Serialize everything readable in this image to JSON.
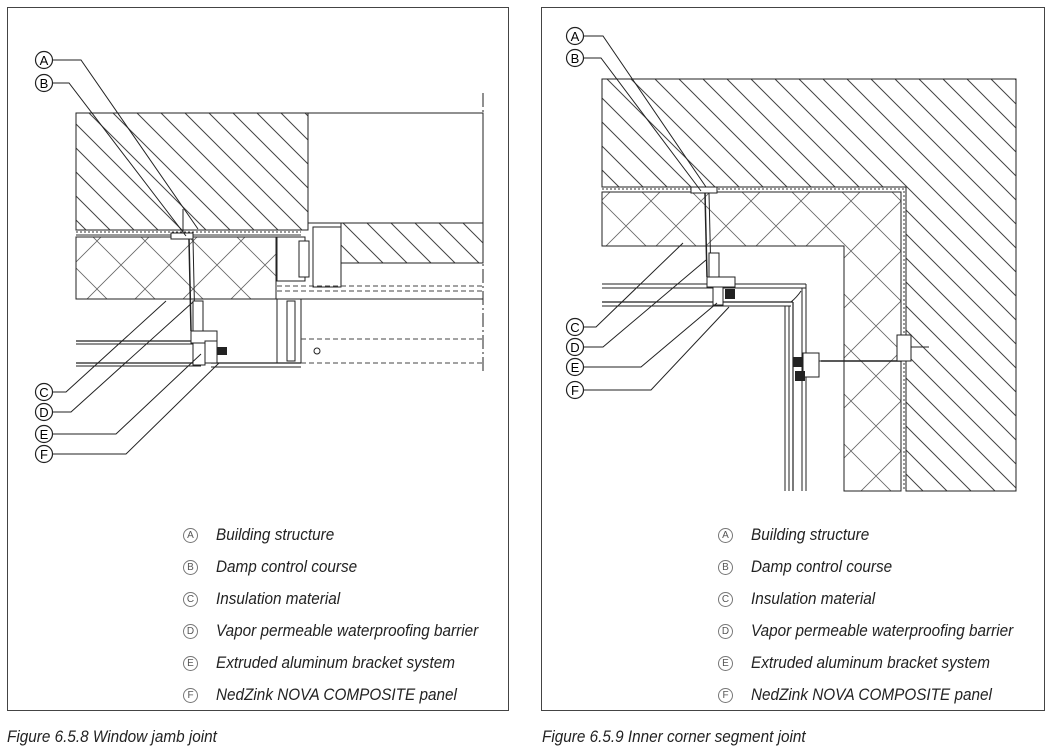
{
  "figures": [
    {
      "caption": "Figure 6.5.8 Window jamb joint",
      "callouts": [
        "A",
        "B",
        "C",
        "D",
        "E",
        "F"
      ],
      "legend": [
        {
          "letter": "A",
          "text": "Building structure"
        },
        {
          "letter": "B",
          "text": "Damp control course"
        },
        {
          "letter": "C",
          "text": "Insulation material"
        },
        {
          "letter": "D",
          "text": "Vapor permeable waterproofing barrier"
        },
        {
          "letter": "E",
          "text": "Extruded aluminum bracket system"
        },
        {
          "letter": "F",
          "text": "NedZink NOVA COMPOSITE panel"
        }
      ]
    },
    {
      "caption": "Figure 6.5.9 Inner corner segment joint",
      "callouts": [
        "A",
        "B",
        "C",
        "D",
        "E",
        "F"
      ],
      "legend": [
        {
          "letter": "A",
          "text": "Building structure"
        },
        {
          "letter": "B",
          "text": "Damp control course"
        },
        {
          "letter": "C",
          "text": "Insulation material"
        },
        {
          "letter": "D",
          "text": "Vapor permeable waterproofing barrier"
        },
        {
          "letter": "E",
          "text": "Extruded aluminum bracket system"
        },
        {
          "letter": "F",
          "text": "NedZink NOVA COMPOSITE panel"
        }
      ]
    }
  ]
}
